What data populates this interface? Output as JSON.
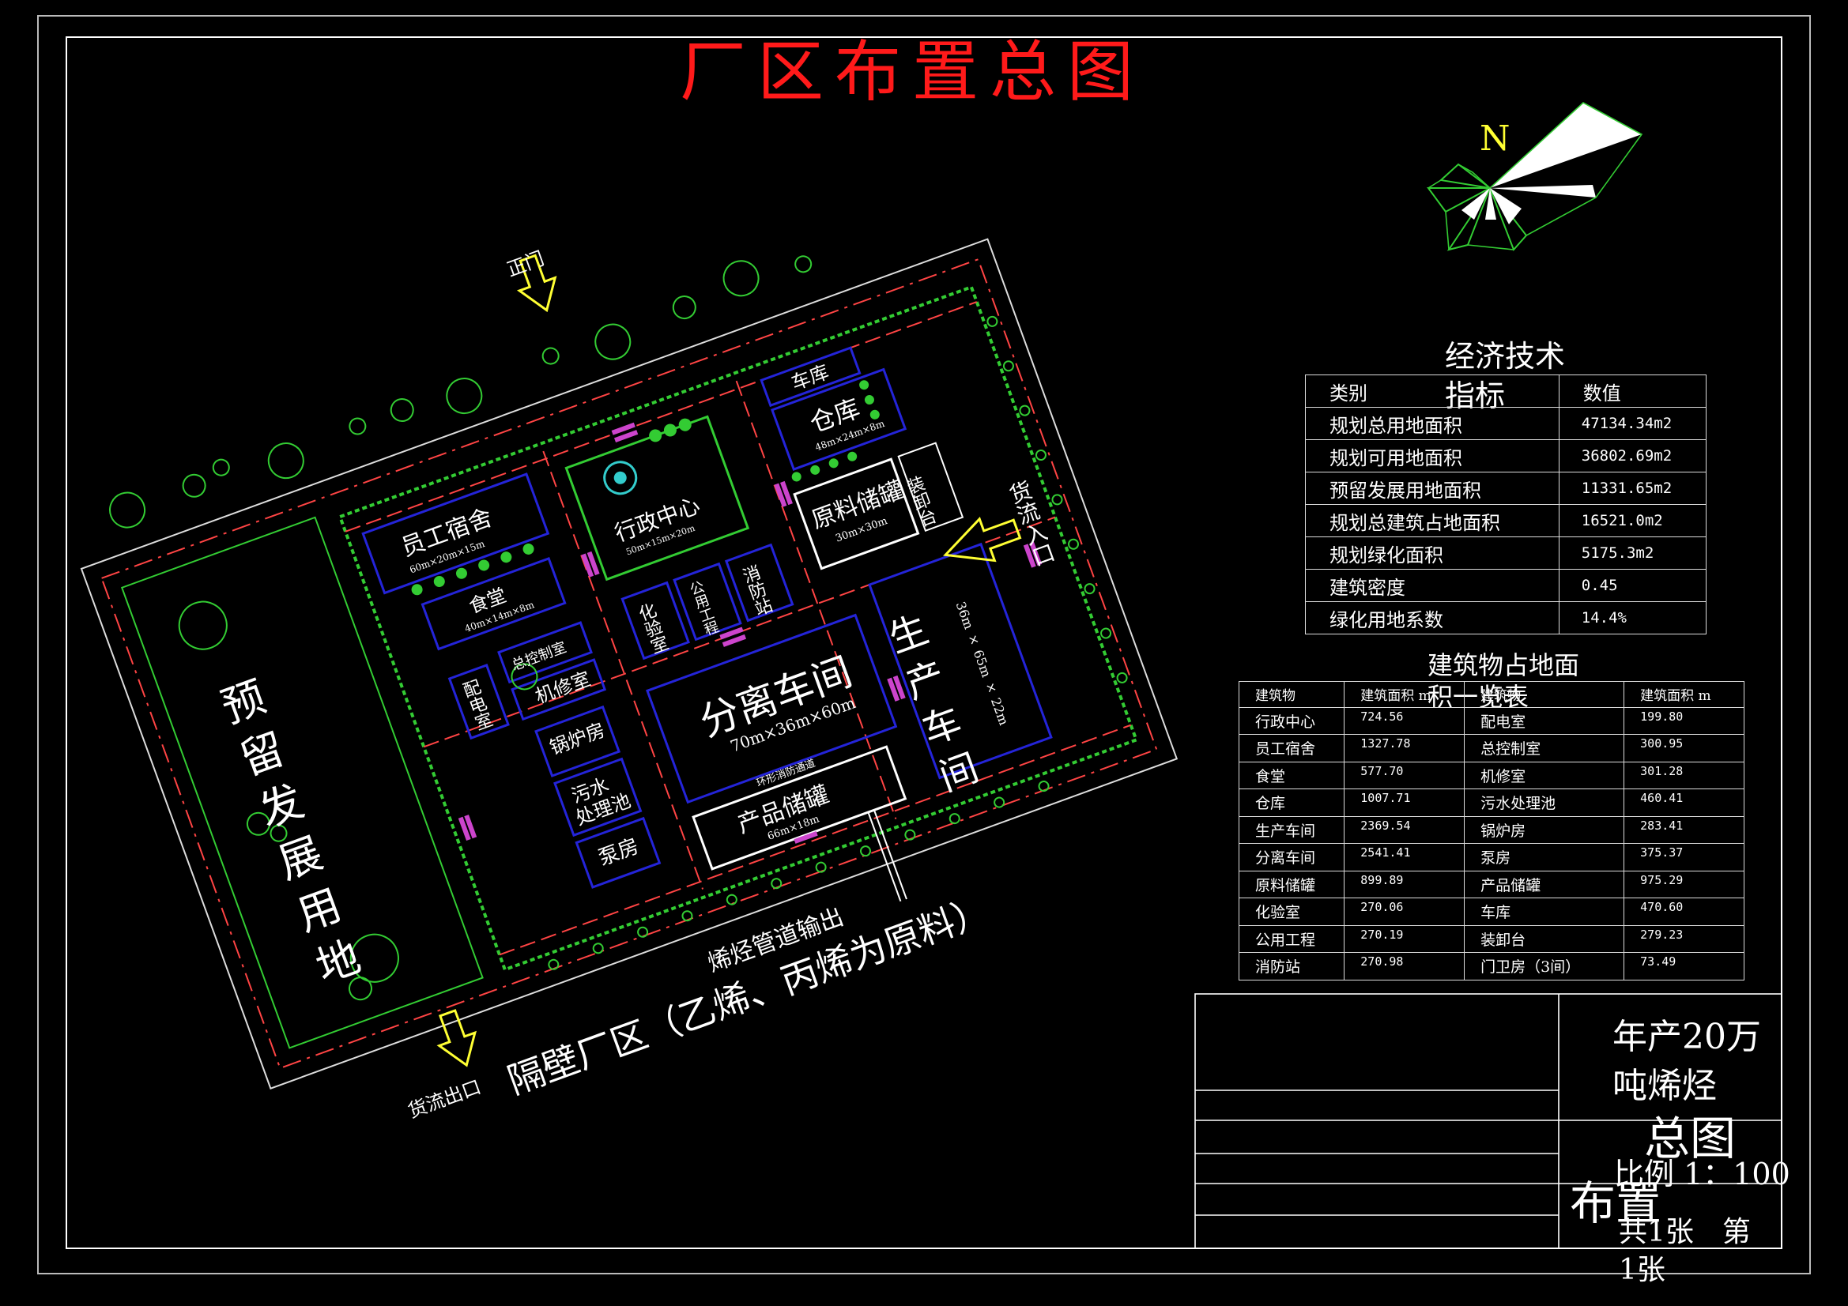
{
  "title": "厂区布置总图",
  "compass": {
    "north_label": "N"
  },
  "colors": {
    "title": "#ff1a1a",
    "roads": "#ff4444",
    "outlines": "#2424d8",
    "green": "#33cc33",
    "arrows": "#ffff33",
    "frame": "#ffffff",
    "pipes": "#cc44cc"
  },
  "site": {
    "main_gate": "正门",
    "cargo_in": "货流入口",
    "cargo_out": "货流出口",
    "pipeline_out": "烯烃管道输出",
    "neighbor": "隔壁厂区（乙烯、丙烯为原料）",
    "reserve": "预留发展用地",
    "fire_road": "环形消防通道",
    "buildings": {
      "dormitory": "员工宿舍",
      "dormitory_dim": "60m×20m×15m",
      "canteen": "食堂",
      "canteen_dim": "40m×14m×8m",
      "admin": "行政中心",
      "admin_dim": "50m×15m×20m",
      "garage": "车库",
      "warehouse": "仓库",
      "warehouse_dim": "48m×24m×8m",
      "loading": "装卸台",
      "raw_tank": "原料储罐",
      "raw_tank_dim": "30m×30m",
      "lab": "化验室",
      "utility": "公用工程",
      "fire_station": "消防站",
      "control": "总控制室",
      "power": "配电室",
      "repair": "机修室",
      "separation": "分离车间",
      "separation_dim": "70m×36m×60m",
      "production": "生产车间",
      "production_dim": "36m × 65m × 22m",
      "boiler": "锅炉房",
      "sewage": "污水处理池",
      "pump": "泵房",
      "product_tank": "产品储罐",
      "product_tank_dim": "66m×18m"
    }
  },
  "econ": {
    "title": "经济技术指标",
    "header": [
      "类别",
      "数值"
    ],
    "rows": [
      [
        "规划总用地面积",
        "47134.34m2"
      ],
      [
        "规划可用地面积",
        "36802.69m2"
      ],
      [
        "预留发展用地面积",
        "11331.65m2"
      ],
      [
        "规划总建筑占地面积",
        "16521.0m2"
      ],
      [
        "规划绿化面积",
        "5175.3m2"
      ],
      [
        "建筑密度",
        "0.45"
      ],
      [
        "绿化用地系数",
        "14.4%"
      ]
    ]
  },
  "buildings_table": {
    "title": "建筑物占地面积一览表",
    "header": [
      "建筑物",
      "建筑面积 m",
      "建筑物",
      "建筑面积 m"
    ],
    "rows": [
      [
        "行政中心",
        "724.56",
        "配电室",
        "199.80"
      ],
      [
        "员工宿舍",
        "1327.78",
        "总控制室",
        "300.95"
      ],
      [
        "食堂",
        "577.70",
        "机修室",
        "301.28"
      ],
      [
        "仓库",
        "1007.71",
        "污水处理池",
        "460.41"
      ],
      [
        "生产车间",
        "2369.54",
        "锅炉房",
        "283.41"
      ],
      [
        "分离车间",
        "2541.41",
        "泵房",
        "375.37"
      ],
      [
        "原料储罐",
        "899.89",
        "产品储罐",
        "975.29"
      ],
      [
        "化验室",
        "270.06",
        "车库",
        "470.60"
      ],
      [
        "公用工程",
        "270.19",
        "装卸台",
        "279.23"
      ],
      [
        "消防站",
        "270.98",
        "门卫房（3间）",
        "73.49"
      ]
    ]
  },
  "title_block": {
    "project_line1": "年产20万",
    "project_line2": "吨烯烃",
    "drawing_name_1": "总图",
    "drawing_name_2": "布置",
    "scale": "比例 1：100",
    "sheets_1": "共1张　第",
    "sheets_2": "1张"
  }
}
